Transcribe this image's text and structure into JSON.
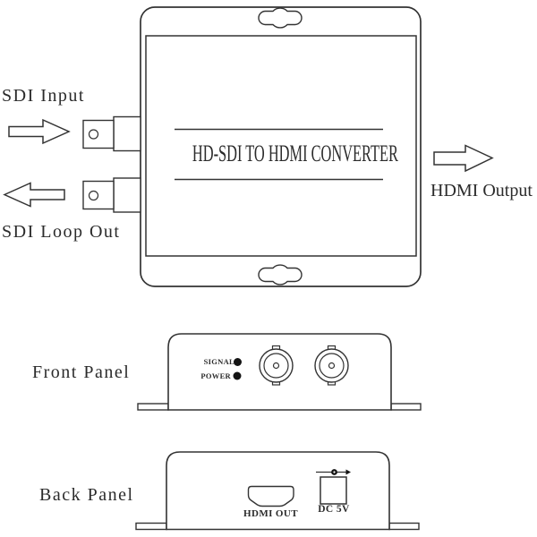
{
  "colors": {
    "line": "#333333",
    "led": "#141414",
    "background": "#ffffff"
  },
  "top_view": {
    "device_label": "HD-SDI TO HDMI CONVERTER",
    "sdi_input_label": "SDI Input",
    "sdi_loop_out_label": "SDI Loop Out",
    "hdmi_output_label": "HDMI Output"
  },
  "front_panel": {
    "title": "Front Panel",
    "signal_led_label": "SIGNAL",
    "power_led_label": "POWER"
  },
  "back_panel": {
    "title": "Back Panel",
    "hdmi_port_label": "HDMI OUT",
    "dc_power_label": "DC 5V"
  }
}
